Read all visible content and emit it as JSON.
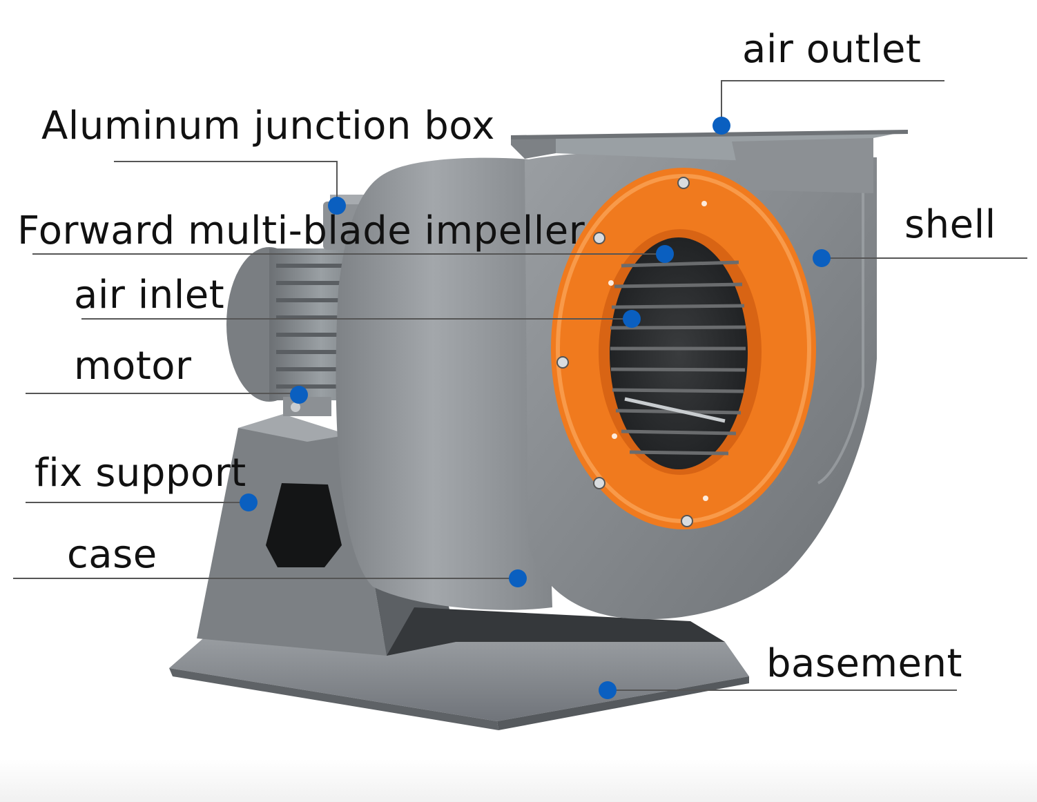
{
  "labels": {
    "air_outlet": "air outlet",
    "junction_box": "Aluminum junction box",
    "impeller": "Forward multi-blade impeller",
    "shell": "shell",
    "air_inlet": "air inlet",
    "motor": "motor",
    "fix_support": "fix support",
    "case": "case",
    "basement": "basement"
  },
  "colors": {
    "marker": "#0a5fc0",
    "leader": "#555555",
    "body_gray": "#8a8e92",
    "flange_orange": "#f07a1e"
  }
}
